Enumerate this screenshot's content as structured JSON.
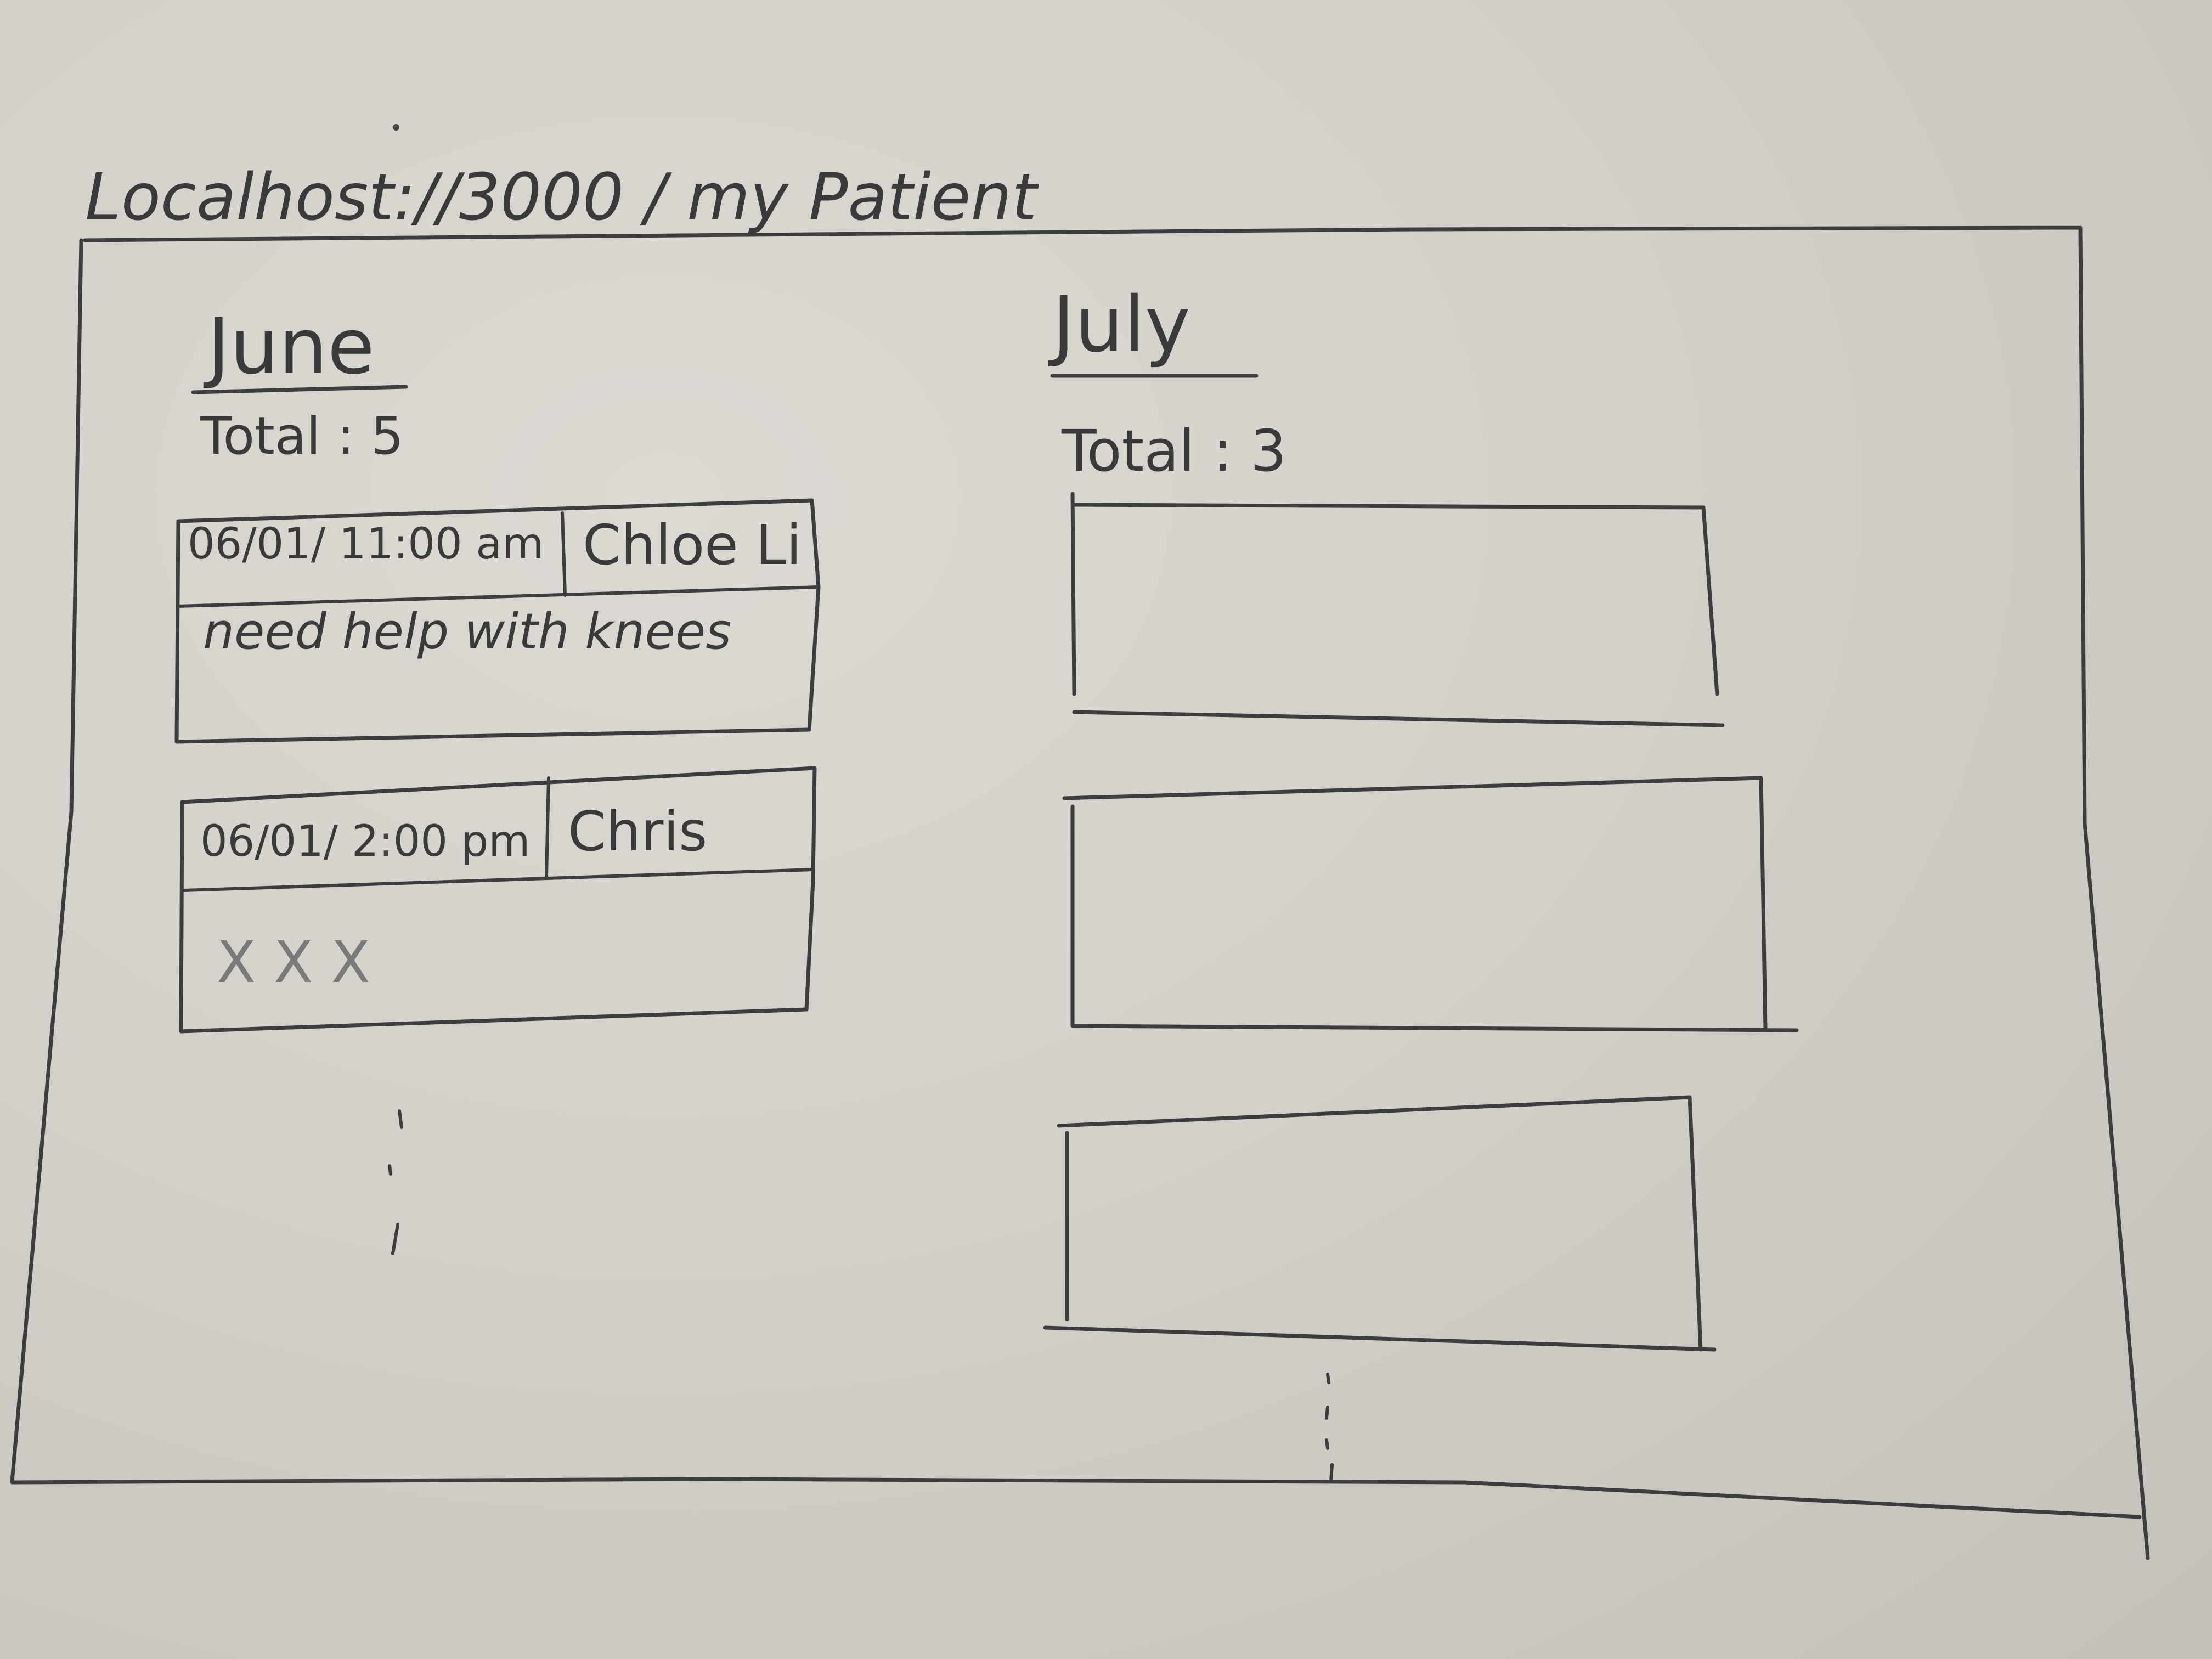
{
  "url_bar": {
    "text": "Localhost://3000 / my Patient"
  },
  "months": [
    {
      "name": "June",
      "total_label": "Total : 5",
      "appointments": [
        {
          "datetime": "06/01/ 11:00 am",
          "patient": "Chloe Li",
          "note": "need help with knees"
        },
        {
          "datetime": "06/01/ 2:00 pm",
          "patient": "Chris",
          "note": "X X X"
        }
      ]
    },
    {
      "name": "July",
      "total_label": "Total : 3"
    }
  ]
}
